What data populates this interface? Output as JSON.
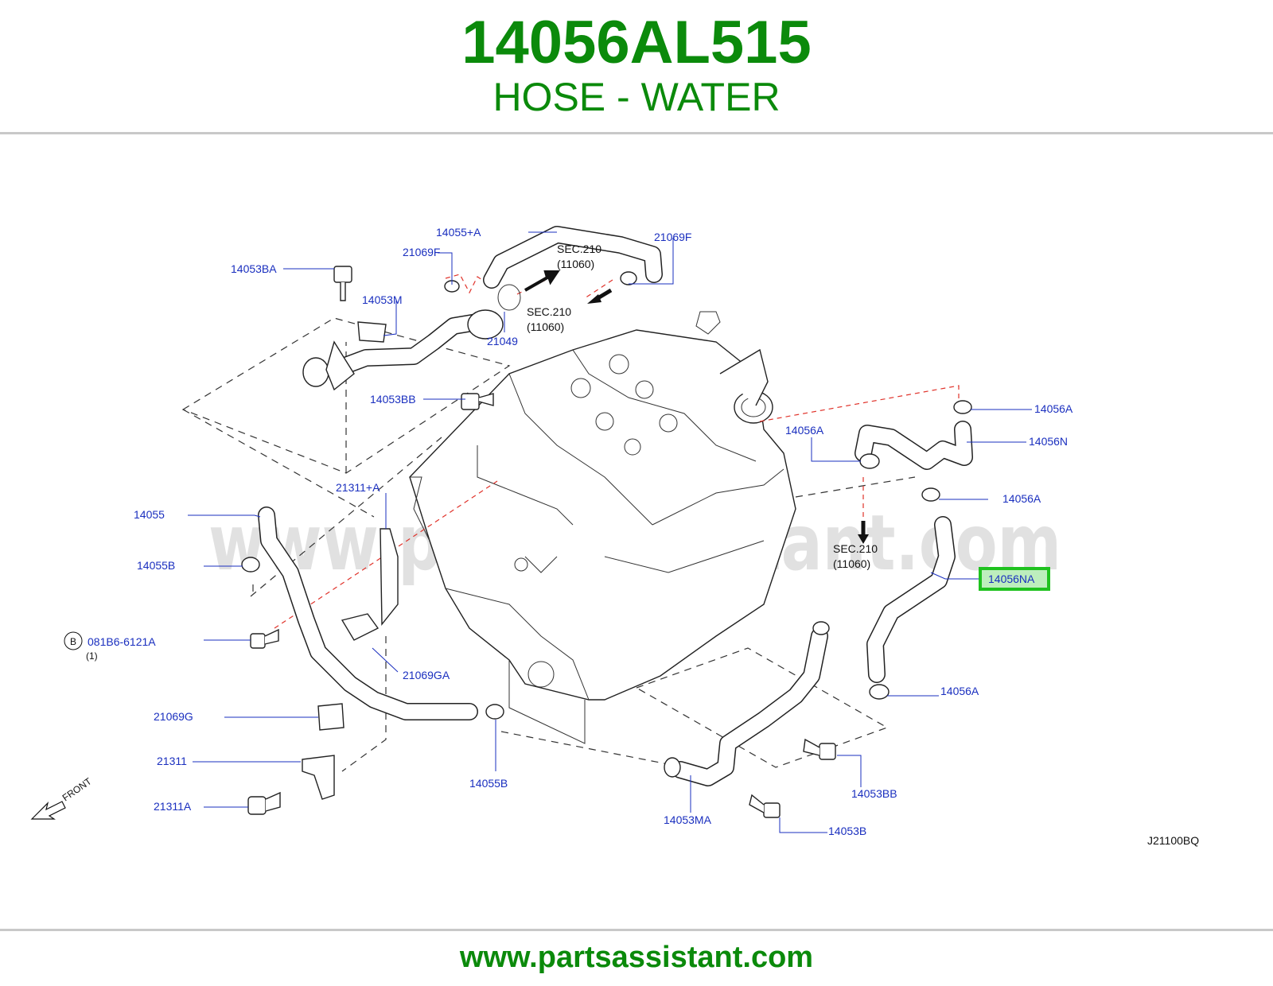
{
  "header": {
    "part_number": "14056AL515",
    "part_name": "HOSE - WATER"
  },
  "watermark": "www.partsassistant.com",
  "diagram_code": "J21100BQ",
  "front_label": "FRONT",
  "callouts": {
    "c14055_a": "14055+A",
    "c21069f_left": "21069F",
    "c21069f_right": "21069F",
    "c14053ba": "14053BA",
    "c14053m": "14053M",
    "sec_a_line1": "SEC.210",
    "sec_a_line2": "(11060)",
    "sec_b_line1": "SEC.210",
    "sec_b_line2": "(11060)",
    "c21049": "21049",
    "c14053bb_top": "14053BB",
    "c14056a_top": "14056A",
    "c14056a_mid": "14056A",
    "c14056n": "14056N",
    "c14056a_right": "14056A",
    "sec_c_line1": "SEC.210",
    "sec_c_line2": "(11060)",
    "c14056na": "14056NA",
    "c14056a_bottom": "14056A",
    "c21311_a": "21311+A",
    "c14055": "14055",
    "c14055b_left": "14055B",
    "bolt_marker": "B",
    "c081b6": "081B6-6121A",
    "c081b6_qty": "(1)",
    "c21069ga": "21069GA",
    "c21069g": "21069G",
    "c21311": "21311",
    "c21311a": "21311A",
    "c14055b_bottom": "14055B",
    "c14053ma": "14053MA",
    "c14053bb_bottom": "14053BB",
    "c14053b": "14053B"
  },
  "footer": {
    "url": "www.partsassistant.com"
  },
  "colors": {
    "brand_green": "#0b8a0b",
    "callout_blue": "#1a2fbf",
    "highlight_box": "#1fc21f",
    "highlight_fill": "#bdeebd"
  }
}
